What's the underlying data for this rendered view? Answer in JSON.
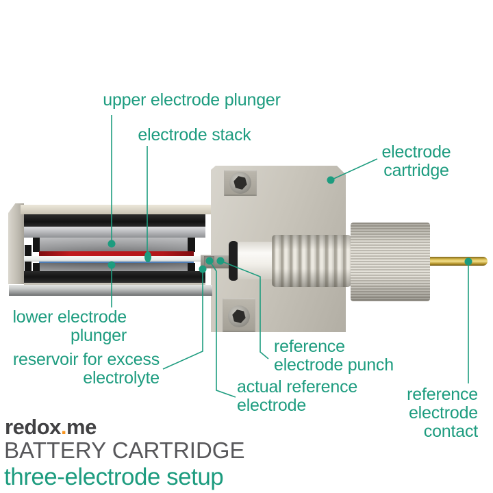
{
  "colors": {
    "teal": "#1d9c7f",
    "logo_dot_orange": "#f7941e",
    "title_gray": "#57575a",
    "logo_gray": "#414143"
  },
  "labels": {
    "upper_plunger": "upper electrode plunger",
    "electrode_stack": "electrode stack",
    "cartridge_l1": "electrode",
    "cartridge_l2": "cartridge",
    "lower_plunger_l1": "lower electrode",
    "lower_plunger_l2": "plunger",
    "reservoir_l1": "reservoir for excess",
    "reservoir_l2": "electrolyte",
    "punch_l1": "reference",
    "punch_l2": "electrode punch",
    "actual_ref_l1": "actual reference",
    "actual_ref_l2": "electrode",
    "contact_l1": "reference",
    "contact_l2": "electrode",
    "contact_l3": "contact"
  },
  "branding": {
    "logo_pre": "redox",
    "logo_dot": ".",
    "logo_post": "me",
    "product_title": "BATTERY CARTRIDGE",
    "product_subtitle": "three-electrode setup"
  }
}
